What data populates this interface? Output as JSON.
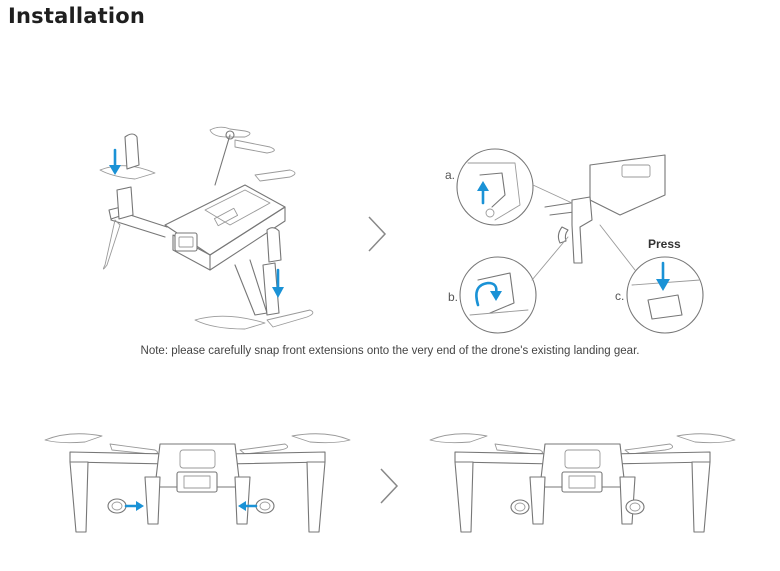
{
  "page": {
    "title": "Installation",
    "note": "Note: please carefully snap front extensions onto the very end of the drone's existing landing gear."
  },
  "steps": {
    "a_label": "a.",
    "b_label": "b.",
    "c_label": "c.",
    "press_label": "Press"
  },
  "colors": {
    "arrow": "#1a92d6",
    "line_art": "#777777"
  },
  "icons": [
    "chevron-right-icon",
    "arrow-down-icon",
    "arrow-up-icon",
    "arrow-rotate-icon",
    "arrow-left-icon"
  ]
}
